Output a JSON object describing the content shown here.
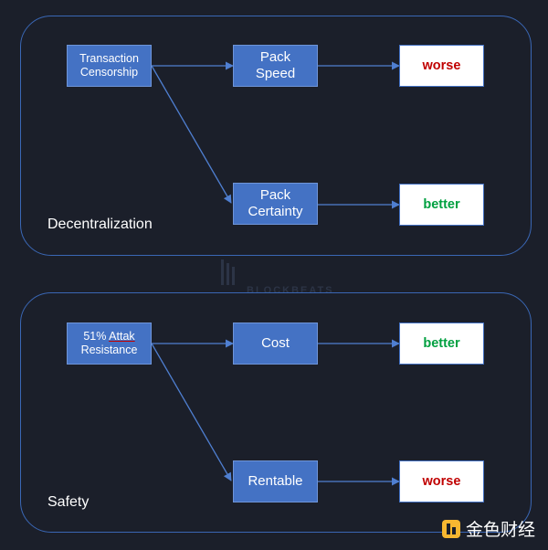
{
  "panels": [
    {
      "label": "Decentralization",
      "source": {
        "text": "Transaction\nCensorship"
      },
      "middles": [
        {
          "text": "Pack\nSpeed",
          "result": "worse"
        },
        {
          "text": "Pack\nCertainty",
          "result": "better"
        }
      ]
    },
    {
      "label": "Safety",
      "source": {
        "text_prefix": "51% ",
        "text_underlined": "Attak",
        "text_suffix": "\nResistance"
      },
      "middles": [
        {
          "text": "Cost",
          "result": "better"
        },
        {
          "text": "Rentable",
          "result": "worse"
        }
      ]
    }
  ],
  "watermark": {
    "text": "BLOCKBEATS"
  },
  "footer": {
    "brand": "金色财经"
  },
  "colors": {
    "background": "#1b1f2a",
    "panel_border": "#3a67b5",
    "node_fill": "#4472c4",
    "arrow": "#4f7fd1",
    "worse": "#c00000",
    "better": "#00a040"
  },
  "icons": {
    "footer": "jinse-logo-icon",
    "watermark": "blockbeats-logo-icon"
  }
}
